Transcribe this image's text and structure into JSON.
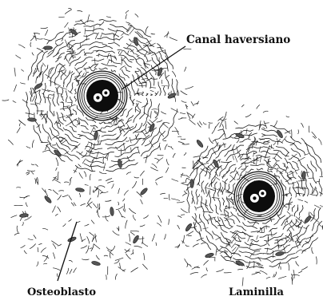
{
  "labels": {
    "haversian_canal": "Canal haversiano",
    "osteoblast": "Osteoblasto",
    "lamella": "Laminilla"
  },
  "colors": {
    "ink": "#1a1a1a",
    "canal": "#0d0d0d",
    "paper": "#ffffff"
  }
}
